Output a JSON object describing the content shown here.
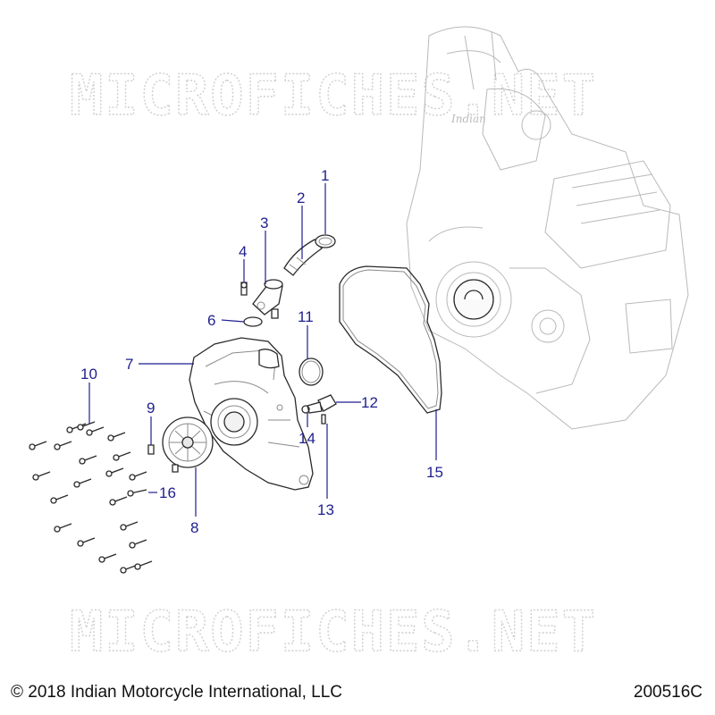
{
  "watermark": {
    "text": "MICROFICHES.NET"
  },
  "callouts": [
    "1",
    "2",
    "3",
    "4",
    "6",
    "7",
    "10",
    "9",
    "16",
    "8",
    "11",
    "14",
    "12",
    "13",
    "15"
  ],
  "footer": {
    "copyright": "© 2018 Indian Motorcycle International, LLC",
    "drawing_number": "200516C"
  },
  "colors": {
    "callout": "#1f1f8f",
    "line": "#2a2a2a",
    "watermark": "#cfcfcf"
  }
}
